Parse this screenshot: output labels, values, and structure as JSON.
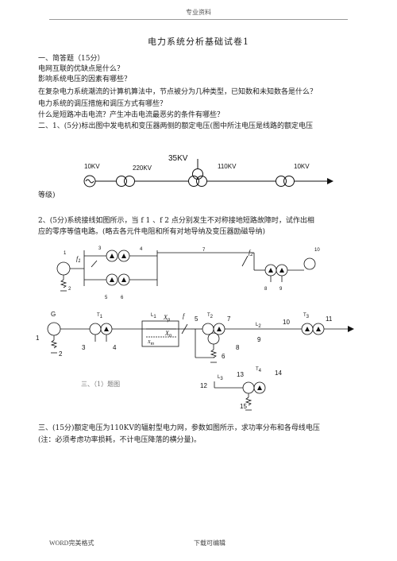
{
  "header": {
    "text": "专业资料"
  },
  "title": "电力系统分析基础试卷1",
  "section1": {
    "heading": "一、简答题（15分）",
    "questions": [
      "电网互联的优缺点是什么？",
      "影响系统电压的因素有哪些？",
      "在复杂电力系统潮流的计算机算法中，节点被分为几种类型，已知数和未知数各是什么？",
      "电力系统的调压措施和调压方式有哪些？",
      "什么是短路冲击电流？产生冲击电流最恶劣的条件有哪些？"
    ]
  },
  "section2": {
    "q1_line1": "二、1、(5分)标出图中发电机和变压器两侧的额定电压(图中所注电压是线路的额定电压",
    "q1_line2": "等级)",
    "q2_line1": "2、(5分)系统接线如图所示，当 f 1 、f 2 点分别发生不对称接地短路故障时，试作出相",
    "q2_line2": "应的零序等值电路。(略去各元件电阻和所有对地导纳及变压器励磁导纳)"
  },
  "diagram1": {
    "v_10kv_left": "10KV",
    "v_220kv": "220KV",
    "v_35kv": "35KV",
    "v_110kv": "110KV",
    "v_10kv_right": "10KV"
  },
  "diagram2": {
    "nodes": [
      "1",
      "2",
      "3",
      "4",
      "5",
      "6",
      "7",
      "8",
      "9",
      "10"
    ],
    "f1": "f",
    "f1_sub": "1",
    "f2": "f",
    "f2_sub": "2"
  },
  "diagram3": {
    "G": "G",
    "T1": "T",
    "T1_sub": "1",
    "L1": "L",
    "L1_sub": "1",
    "xp": "X",
    "xp_sub": "p",
    "xn": "X",
    "xn_sub": "n",
    "xm": "X",
    "xm_sub": "m",
    "f": "f",
    "T2": "T",
    "T2_sub": "2",
    "L2": "L",
    "L2_sub": "2",
    "T3": "T",
    "T3_sub": "3",
    "L3": "L",
    "L3_sub": "3",
    "T4": "T",
    "T4_sub": "4",
    "nodes": [
      "1",
      "2",
      "3",
      "4",
      "5",
      "6",
      "7",
      "8",
      "9",
      "10",
      "11",
      "12",
      "13",
      "14",
      "15"
    ],
    "caption": "三、（1）题图"
  },
  "section3": {
    "line1": "三、(15分)额定电压为110KV的辐射型电力网，参数如图所示，求功率分布和各母线电压",
    "line2": "(注：必须考虑功率损耗，不计电压降落的横分量)。"
  },
  "footer": {
    "left": "WORD完美格式",
    "right": "下载可编辑"
  }
}
